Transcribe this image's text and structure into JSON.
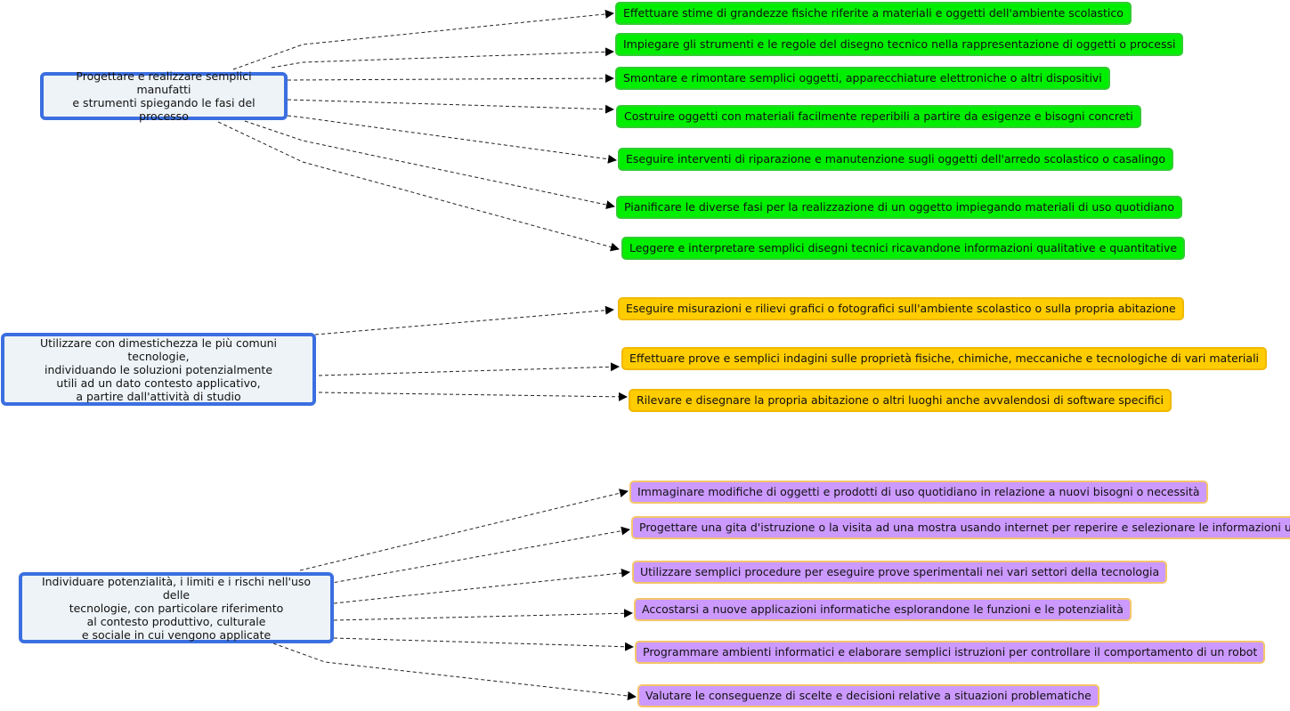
{
  "groups": [
    {
      "main": "Progettare e realizzare semplici manufatti\ne strumenti spiegando le fasi del processo",
      "color": "#00ee00",
      "items": [
        "Effettuare stime di grandezze fisiche riferite a materiali e oggetti dell'ambiente scolastico",
        "Impiegare gli strumenti e le regole del disegno tecnico nella rappresentazione di oggetti o processi",
        "Smontare e rimontare semplici oggetti, apparecchiature elettroniche o altri dispositivi",
        "Costruire oggetti con materiali facilmente reperibili a partire da esigenze e bisogni concreti",
        "Eseguire interventi di riparazione e manutenzione sugli oggetti dell'arredo scolastico o casalingo",
        "Pianificare le diverse fasi per la realizzazione di un oggetto impiegando materiali di uso quotidiano",
        "Leggere e interpretare semplici disegni tecnici ricavandone informazioni qualitative e quantitative"
      ]
    },
    {
      "main": "Utilizzare con dimestichezza le più comuni tecnologie,\nindividuando le soluzioni potenzialmente\nutili ad un dato contesto applicativo,\na partire dall'attività di studio",
      "color": "#ffcc00",
      "items": [
        "Eseguire misurazioni e rilievi grafici o fotografici sull'ambiente scolastico o sulla propria abitazione",
        "Effettuare prove e semplici indagini sulle proprietà fisiche, chimiche, meccaniche e tecnologiche di vari materiali",
        "Rilevare e disegnare la propria abitazione o altri luoghi anche avvalendosi di software specifici"
      ]
    },
    {
      "main": "Individuare potenzialità, i limiti e i rischi nell'uso delle\ntecnologie, con particolare riferimento\nal contesto produttivo, culturale\ne sociale in cui vengono applicate",
      "color": "#cc99ff",
      "items": [
        "Immaginare modifiche di oggetti e prodotti di uso quotidiano in relazione a nuovi bisogni o necessità",
        "Progettare una gita d'istruzione o la visita ad una mostra usando internet per reperire e selezionare le informazioni utili",
        "Utilizzare semplici procedure per eseguire prove sperimentali nei vari settori della tecnologia",
        "Accostarsi a nuove applicazioni informatiche esplorandone le funzioni e le potenzialità",
        "Programmare ambienti informatici e elaborare semplici istruzioni per controllare il comportamento di un robot",
        "Valutare le conseguenze di scelte e decisioni relative a situazioni problematiche"
      ]
    }
  ]
}
